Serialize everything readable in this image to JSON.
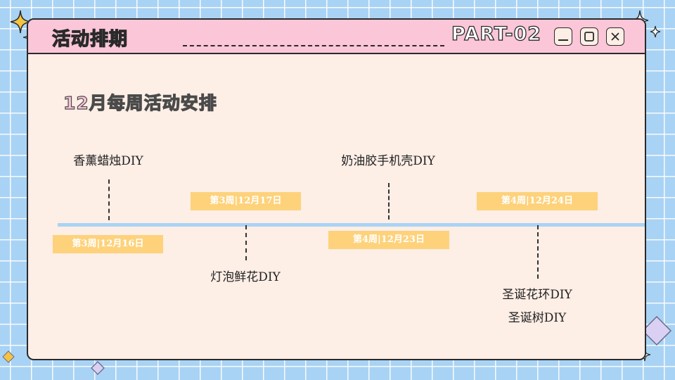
{
  "window": {
    "title": "活动排期",
    "part_label": "PART-02",
    "buttons": {
      "minimize": "minimize",
      "maximize": "maximize",
      "close": "close"
    }
  },
  "heading": "12月每周活动安排",
  "schedule": [
    {
      "date": "第3周|12月16日",
      "activity": "香薰蜡烛DIY"
    },
    {
      "date": "第3周|12月17日",
      "activity": "灯泡鲜花DIY"
    },
    {
      "date": "第4周|12月23日",
      "activity": "奶油胶手机壳DIY"
    },
    {
      "date": "第4周|12月24日",
      "activity": "圣诞花环DIY",
      "activity2": "圣诞树DIY"
    }
  ],
  "colors": {
    "background": "#a9d3f4",
    "window": "#fdeee6",
    "titlebar": "#fbc6d8",
    "timeline": "#a9d3f4",
    "date_box": "#fdd27b",
    "sparkle": "#f6c341",
    "diamond": "#d9d0f3"
  },
  "icons": [
    "sparkle-icon",
    "diamond-icon",
    "minimize-icon",
    "maximize-icon",
    "close-icon"
  ]
}
